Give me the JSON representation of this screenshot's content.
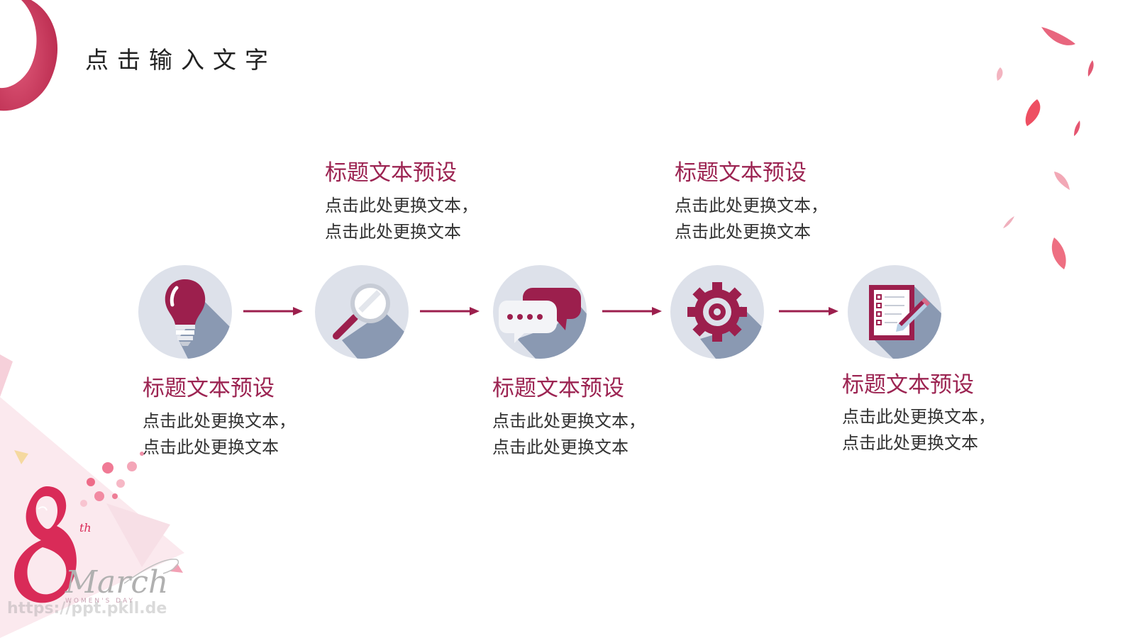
{
  "page": {
    "title": "点击输入文字"
  },
  "steps": [
    {
      "title": "标题文本预设",
      "line1": "点击此处更换文本，",
      "line2": "点击此处更换文本",
      "icon": "lightbulb-icon"
    },
    {
      "title": "标题文本预设",
      "line1": "点击此处更换文本，",
      "line2": "点击此处更换文本",
      "icon": "magnifier-icon"
    },
    {
      "title": "标题文本预设",
      "line1": "点击此处更换文本，",
      "line2": "点击此处更换文本",
      "icon": "chat-bubbles-icon"
    },
    {
      "title": "标题文本预设",
      "line1": "点击此处更换文本，",
      "line2": "点击此处更换文本",
      "icon": "gear-icon"
    },
    {
      "title": "标题文本预设",
      "line1": "点击此处更换文本，",
      "line2": "点击此处更换文本",
      "icon": "checklist-edit-icon"
    }
  ],
  "logo": {
    "number_suffix": "th",
    "script": "March",
    "subtitle": "WOMEN'S DAY",
    "url": "https://ppt.pkll.de"
  },
  "colors": {
    "accent": "#9c1f4d",
    "circle_bg": "#dde1ea",
    "shadow": "#8c9ab3",
    "title_text": "#9c2452"
  }
}
